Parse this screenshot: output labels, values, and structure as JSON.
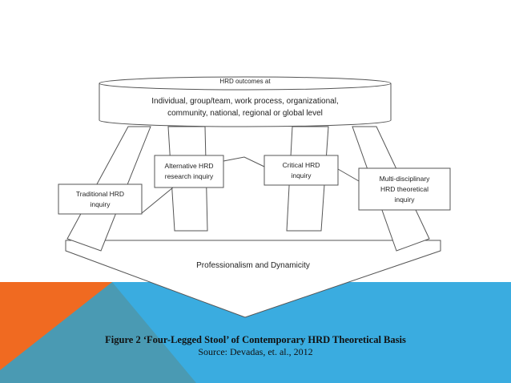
{
  "diagram": {
    "top": {
      "heading": "HRD outcomes at",
      "line1": "Individual, group/team, work process, organizational,",
      "line2": "community, national, regional or global level"
    },
    "legs": {
      "traditional": [
        "Traditional HRD",
        "inquiry"
      ],
      "alternative": [
        "Alternative HRD",
        "research inquiry"
      ],
      "critical": [
        "Critical HRD",
        "inquiry"
      ],
      "multidisciplinary": [
        "Multi-disciplinary",
        "HRD theoretical",
        "inquiry"
      ]
    },
    "base": "Professionalism and Dynamicity"
  },
  "caption": {
    "title": "Figure 2 ‘Four-Legged Stool’ of Contemporary HRD Theoretical Basis",
    "source": "Source: Devadas, et. al., 2012"
  },
  "colors": {
    "band_blue": "#3aace0",
    "band_teal": "#4a9ab3",
    "accent_orange": "#f06a21"
  }
}
